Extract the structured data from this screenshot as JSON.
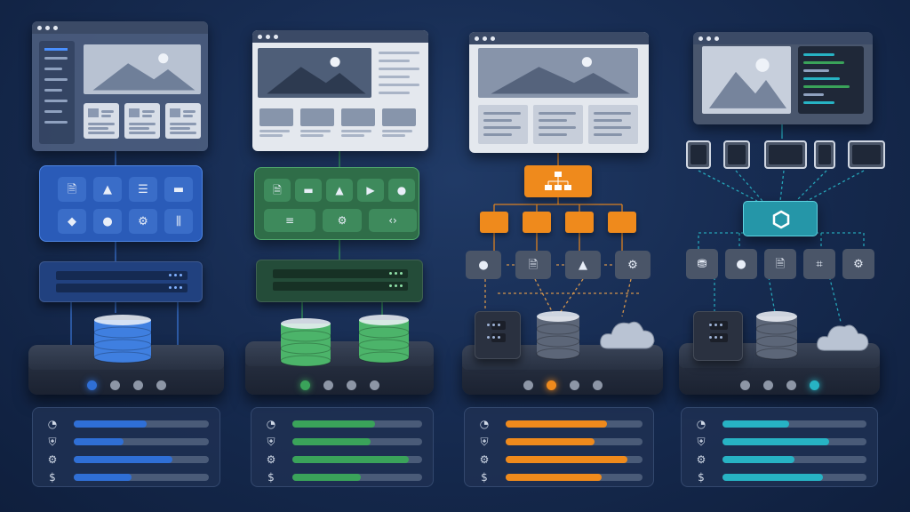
{
  "colors": {
    "background": "#172c52",
    "blue": "#2f6fd6",
    "green": "#3aa35a",
    "orange": "#ef8a1c",
    "teal": "#27b3c4",
    "track": "#4a5b78",
    "led_off": "#8d96a6"
  },
  "columns": [
    {
      "id": "monolith",
      "accent": "#2f6fd6",
      "panel_color": "#2a5bb8",
      "tile_icons": [
        "document-icon",
        "image-icon",
        "list-icon",
        "folder-icon",
        "tag-icon",
        "user-icon",
        "gear-icon",
        "bar-chart-icon"
      ],
      "databases": 1,
      "active_led": 0,
      "metrics": [
        {
          "icon": "speedometer-icon",
          "value": 0.54
        },
        {
          "icon": "shield-icon",
          "value": 0.37
        },
        {
          "icon": "gear-icon",
          "value": 0.73
        },
        {
          "icon": "dollar-icon",
          "value": 0.43
        }
      ]
    },
    {
      "id": "modular",
      "accent": "#3aa35a",
      "panel_color": "#2f6d48",
      "tile_icons": [
        "document-icon",
        "folder-icon",
        "image-icon",
        "video-icon",
        "user-icon",
        "text-lines-icon",
        "gear-icon",
        "code-icon"
      ],
      "databases": 2,
      "active_led": 0,
      "metrics": [
        {
          "icon": "speedometer-icon",
          "value": 0.64
        },
        {
          "icon": "shield-icon",
          "value": 0.6
        },
        {
          "icon": "gear-icon",
          "value": 0.9
        },
        {
          "icon": "dollar-icon",
          "value": 0.53
        }
      ]
    },
    {
      "id": "microservices",
      "accent": "#ef8a1c",
      "service_icons": [
        "user-icon",
        "document-icon",
        "image-icon",
        "gear-icon"
      ],
      "active_led": 1,
      "metrics": [
        {
          "icon": "speedometer-icon",
          "value": 0.74
        },
        {
          "icon": "shield-icon",
          "value": 0.65
        },
        {
          "icon": "gear-icon",
          "value": 0.89
        },
        {
          "icon": "dollar-icon",
          "value": 0.7
        }
      ]
    },
    {
      "id": "headless",
      "accent": "#27b3c4",
      "device_icons": [
        "tablet-icon",
        "tablet-icon",
        "laptop-icon",
        "watch-icon",
        "vr-headset-icon"
      ],
      "service_icons": [
        "database-icon",
        "user-icon",
        "document-icon",
        "cart-icon",
        "gear-icon"
      ],
      "active_led": 3,
      "metrics": [
        {
          "icon": "speedometer-icon",
          "value": 0.46
        },
        {
          "icon": "shield-icon",
          "value": 0.74
        },
        {
          "icon": "gear-icon",
          "value": 0.5
        },
        {
          "icon": "dollar-icon",
          "value": 0.7
        }
      ]
    }
  ]
}
